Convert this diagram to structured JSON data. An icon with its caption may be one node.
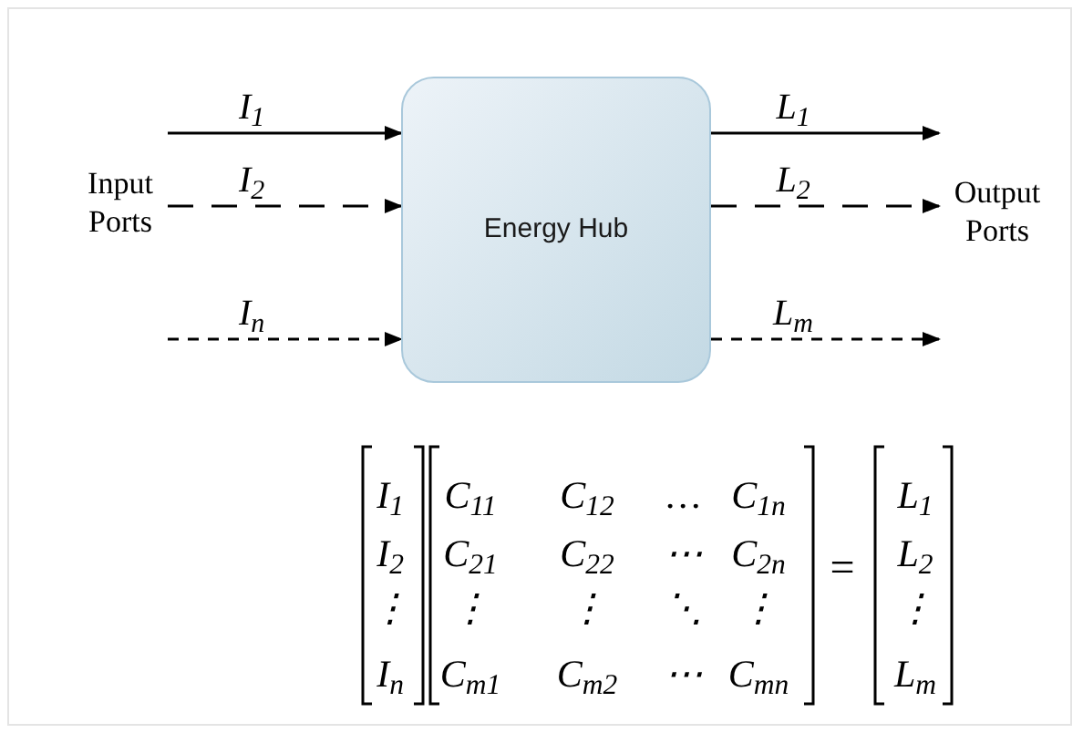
{
  "diagram": {
    "nodes": [
      {
        "text": [
          "Input Ports"
        ]
      },
      {
        "text": [
          "Energy Hub"
        ]
      },
      {
        "text": [
          "Output Ports"
        ]
      }
    ],
    "edges": [
      {
        "from": 0,
        "to": 1,
        "arrow": "to",
        "label": "I$_{1}$"
      },
      {
        "from": 0,
        "to": 1,
        "arrow": "to",
        "label": "I$_{2}$",
        "style": "dashed"
      },
      {
        "from": 0,
        "to": 1,
        "arrow": "to",
        "label": "I$_{n}$",
        "style": "dashed"
      },
      {
        "from": 1,
        "to": 2,
        "arrow": "to",
        "label": "L$_{1}$"
      },
      {
        "from": 1,
        "to": 2,
        "arrow": "to",
        "label": "L$_{2}$",
        "style": "dashed"
      },
      {
        "from": 1,
        "to": 2,
        "arrow": "to",
        "label": "L$_{m}$",
        "style": "dashed"
      }
    ],
    "labels": [
      "I$_{1}$",
      "C$_{11}$",
      "C$_{12}$",
      "…",
      "C$_{1n}$",
      "L$_{1}$",
      "I$_{2}$",
      "C$_{21}$",
      "C$_{22}$",
      "⋯",
      "C$_{2n}$",
      "L$_{2}$",
      "⋮",
      "⋮",
      "⋮",
      "⋱",
      "⋮",
      "⋮",
      "I$_{n}$",
      "C$_{m1}$",
      "C$_{m2}$",
      "⋯",
      "C$_{mn}$",
      "L$_{m}$",
      "="
    ]
  }
}
